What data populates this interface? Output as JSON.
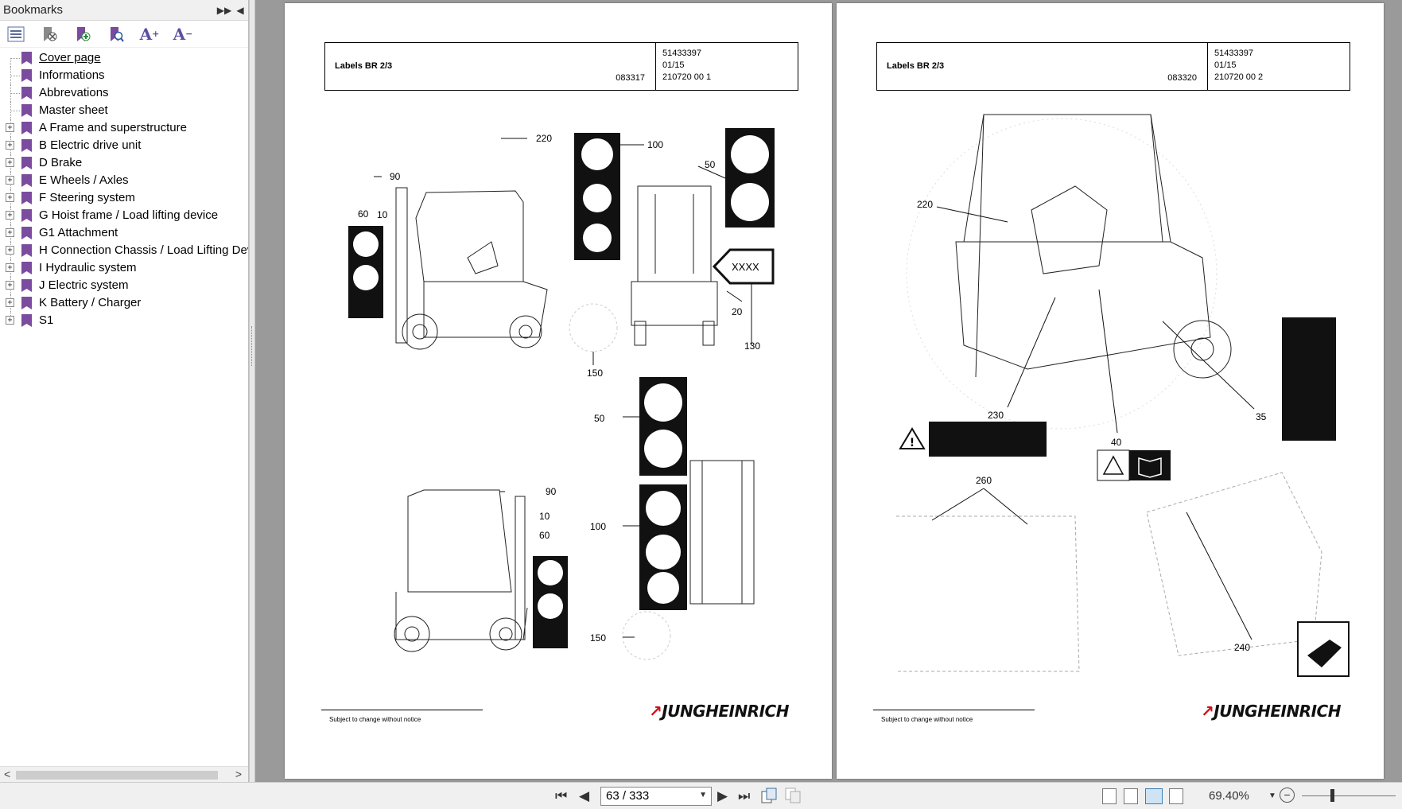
{
  "sidebar": {
    "title": "Bookmarks",
    "items": [
      {
        "label": "Cover page",
        "expandable": false
      },
      {
        "label": "Informations",
        "expandable": false
      },
      {
        "label": "Abbrevations",
        "expandable": false
      },
      {
        "label": "Master sheet",
        "expandable": false
      },
      {
        "label": "A Frame and superstructure",
        "expandable": true
      },
      {
        "label": "B Electric drive unit",
        "expandable": true
      },
      {
        "label": "D Brake",
        "expandable": true
      },
      {
        "label": "E Wheels / Axles",
        "expandable": true
      },
      {
        "label": "F Steering system",
        "expandable": true
      },
      {
        "label": "G Hoist frame / Load lifting device",
        "expandable": true
      },
      {
        "label": "G1 Attachment",
        "expandable": true
      },
      {
        "label": "H Connection Chassis / Load Lifting Devi",
        "expandable": true
      },
      {
        "label": "I Hydraulic system",
        "expandable": true
      },
      {
        "label": "J Electric system",
        "expandable": true
      },
      {
        "label": "K Battery / Charger",
        "expandable": true
      },
      {
        "label": "S1",
        "expandable": true
      }
    ]
  },
  "pages": {
    "left": {
      "header_title": "Labels BR 2/3",
      "header_code": "083317",
      "part_number": "51433397",
      "date": "01/15",
      "doc_number": "210720 00 1",
      "callouts": [
        "220",
        "100",
        "50",
        "90",
        "10",
        "60",
        "XXXX",
        "20",
        "130",
        "150",
        "50",
        "90",
        "10",
        "60",
        "100",
        "150"
      ],
      "footer_note": "Subject to change without notice",
      "logo_text": "JUNGHEINRICH"
    },
    "right": {
      "header_title": "Labels BR 2/3",
      "header_code": "083320",
      "part_number": "51433397",
      "date": "01/15",
      "doc_number": "210720 00 2",
      "callouts": [
        "220",
        "230",
        "40",
        "35",
        "260",
        "240"
      ],
      "footer_note": "Subject to change without notice",
      "logo_text": "JUNGHEINRICH"
    }
  },
  "statusbar": {
    "page_indicator": "63 / 333",
    "zoom": "69.40%"
  },
  "colors": {
    "bookmark_icon": "#7a4b9e",
    "logo_accent": "#d0101a",
    "background": "#9a9a9a"
  }
}
